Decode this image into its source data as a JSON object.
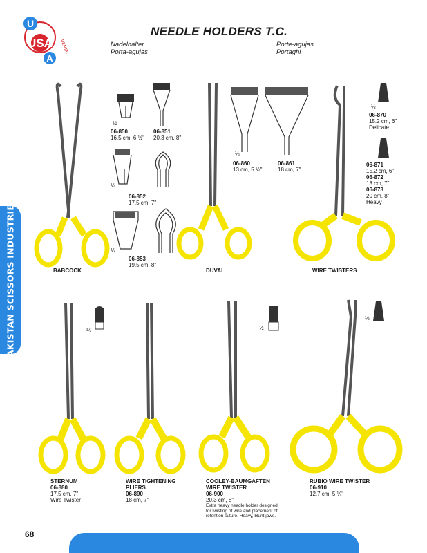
{
  "logo": {
    "letters_top": "U",
    "letters_mid": "USA",
    "letters_bottom": "A",
    "ring_text": "DENTAL"
  },
  "side_tab": "PAKISTAN SCISSORS INDUSTRIES",
  "title": "NEEDLE HOLDERS T.C.",
  "translations": {
    "de": "Nadelhalter",
    "es": "Porta-agujas",
    "fr": "Porte-agujas",
    "it": "Portaghi"
  },
  "colors": {
    "accent_blue": "#2a88e0",
    "handle_yellow": "#f4e400",
    "steel": "#555555"
  },
  "fractions": {
    "half": "½",
    "quarter": "¼",
    "third": "⅓"
  },
  "products": {
    "babcock": {
      "label": "BABCOCK",
      "tips": [
        {
          "code": "06-850",
          "size": "16.5 cm, 6 ½\""
        },
        {
          "code": "06-851",
          "size": "20.3 cm, 8\""
        },
        {
          "code": "06-852",
          "size": "17.5 cm, 7\""
        },
        {
          "code": "06-853",
          "size": "19.5 cm, 8\""
        }
      ]
    },
    "duval": {
      "label": "DUVAL",
      "tips": [
        {
          "code": "06-860",
          "size": "13 cm, 5 ¼\""
        },
        {
          "code": "06-861",
          "size": "18 cm, 7\""
        }
      ]
    },
    "wire_twisters": {
      "label": "WIRE TWISTERS",
      "items": [
        {
          "code": "06-870",
          "size": "15.2 cm, 6\"",
          "note": "Delicate."
        },
        {
          "code": "06-871",
          "size": "15.2 cm, 6\""
        },
        {
          "code": "06-872",
          "size": "18 cm, 7\""
        },
        {
          "code": "06-873",
          "size": "20 cm, 8\"",
          "note": "Heavy"
        }
      ]
    },
    "sternum": {
      "label": "STERNUM",
      "code": "06-880",
      "size": "17.5 cm, 7\"",
      "note": "Wire Twister"
    },
    "wire_tightening": {
      "label_1": "WIRE TIGHTENING",
      "label_2": "PLIERS",
      "code": "06-890",
      "size": "18 cm, 7\""
    },
    "cooley": {
      "label_1": "COOLEY-BAUMGAFTEN",
      "label_2": "WIRE TWISTER",
      "code": "06-900",
      "size": "20.3 cm, 8\"",
      "desc_1": "Extra heavy needle holder designed",
      "desc_2": "for twisting of wire and placement of",
      "desc_3": "retention suture. Heavy, blunt jaws."
    },
    "rubio": {
      "label": "RUBIO WIRE TWISTER",
      "code": "06-910",
      "size": "12.7 cm, 5 ¼\""
    }
  },
  "page_number": "68"
}
